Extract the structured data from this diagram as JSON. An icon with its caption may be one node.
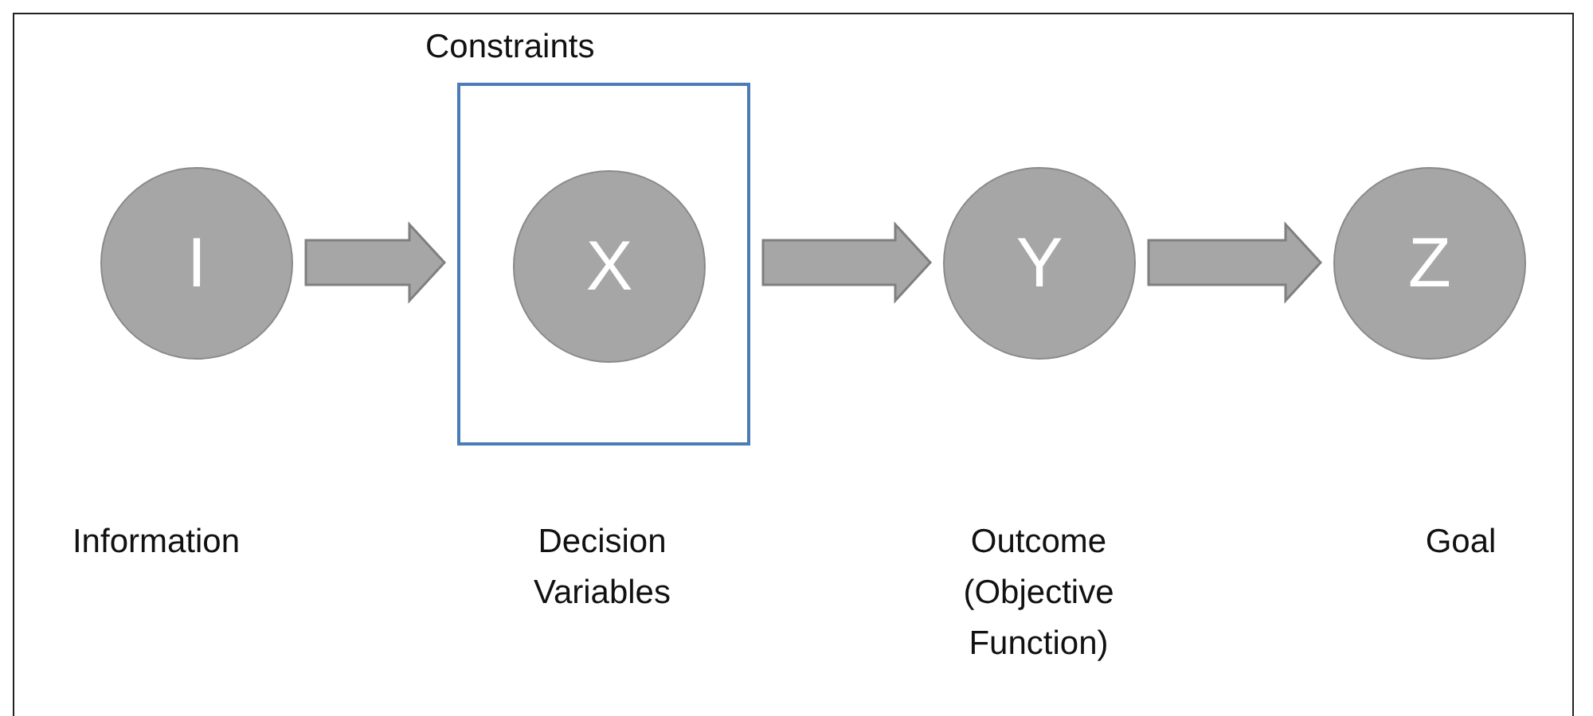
{
  "diagram": {
    "nodes": [
      {
        "text": [
          "I"
        ]
      },
      {
        "text": [
          "Constraints"
        ]
      },
      {
        "text": [
          "X"
        ],
        "in": 1
      },
      {
        "text": [
          "Y"
        ]
      },
      {
        "text": [
          "Z"
        ]
      }
    ],
    "edges": [
      {
        "from": 0,
        "to": 1,
        "arrow": "to",
        "style": "thick"
      },
      {
        "from": 1,
        "to": 3,
        "arrow": "to",
        "style": "thick"
      },
      {
        "from": 3,
        "to": 4,
        "arrow": "to",
        "style": "thick"
      }
    ],
    "labels": [
      "Information",
      "Decision Variables",
      "Outcome (Objective Function)",
      "Goal"
    ]
  }
}
